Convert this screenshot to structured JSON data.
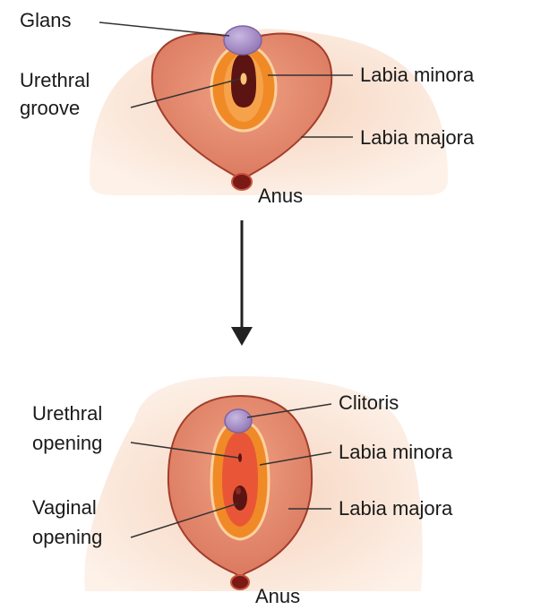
{
  "top": {
    "labels": {
      "glans": "Glans",
      "urethral_groove_1": "Urethral",
      "urethral_groove_2": "groove",
      "labia_minora": "Labia minora",
      "labia_majora": "Labia majora",
      "anus": "Anus"
    }
  },
  "bottom": {
    "labels": {
      "clitoris": "Clitoris",
      "urethral_opening_1": "Urethral",
      "urethral_opening_2": "opening",
      "labia_minora": "Labia minora",
      "vaginal_opening_1": "Vaginal",
      "vaginal_opening_2": "opening",
      "labia_majora": "Labia majora",
      "anus": "Anus"
    }
  },
  "colors": {
    "skin_background": "#f9e1cf",
    "labia_majora": "#e0856c",
    "outline": "#a23d2c",
    "labia_minora": "#f08a27",
    "inner_glow": "#fbd1a0",
    "vestibule": "#e85637",
    "dark_opening": "#5c1412",
    "glans": "#a891c6",
    "anus": "#7a1a17",
    "arrow": "#222222"
  }
}
